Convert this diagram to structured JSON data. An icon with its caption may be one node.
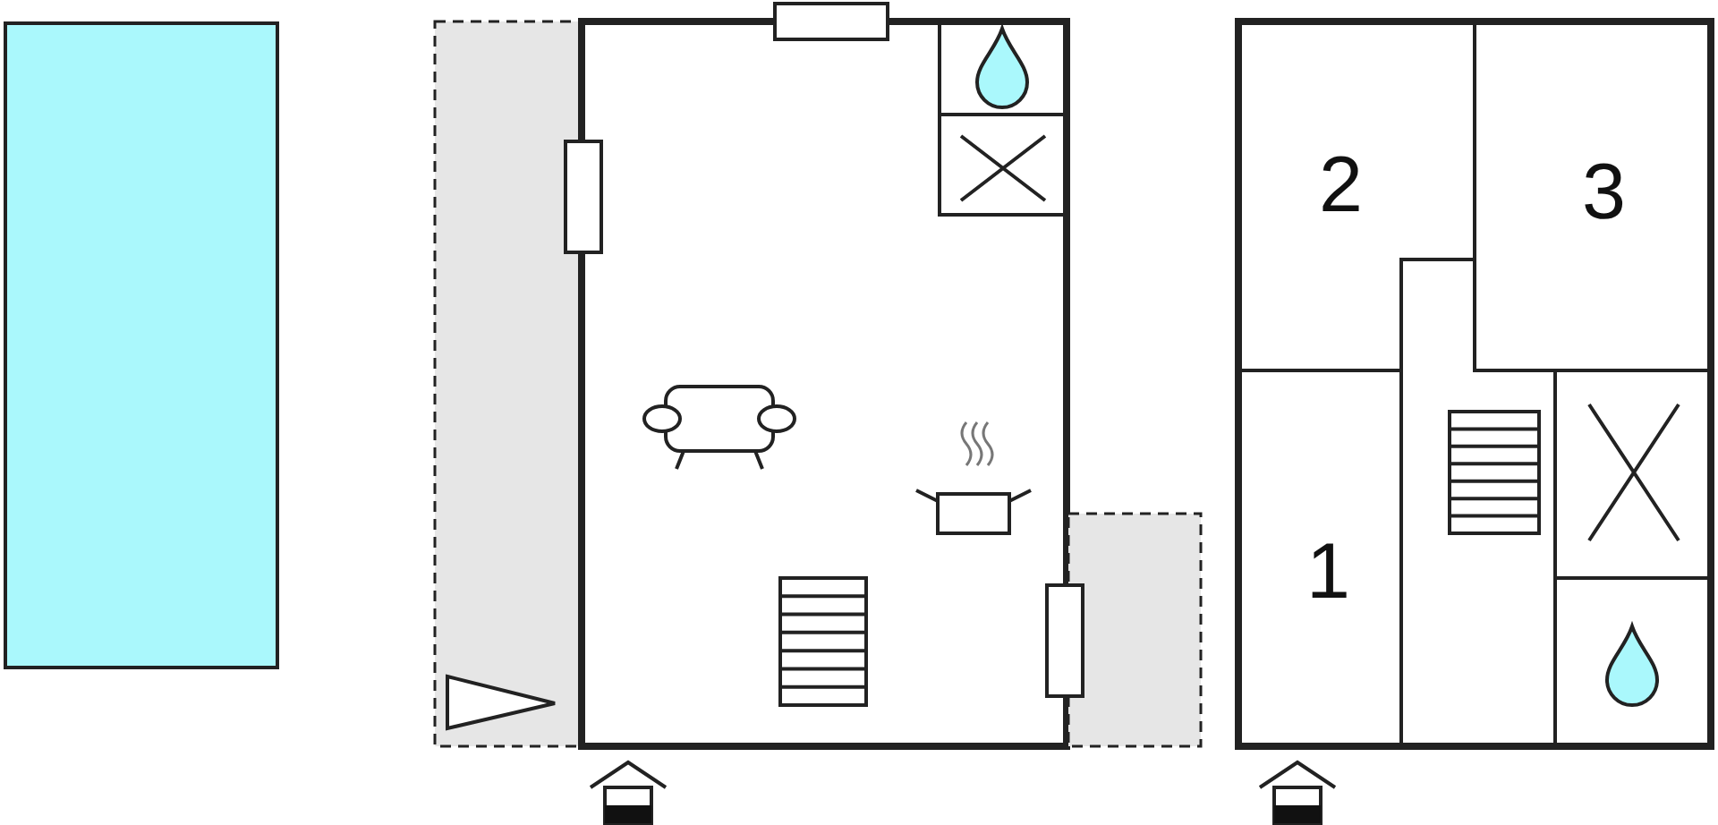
{
  "diagram": {
    "labels": [
      "2",
      "3",
      "1"
    ]
  }
}
